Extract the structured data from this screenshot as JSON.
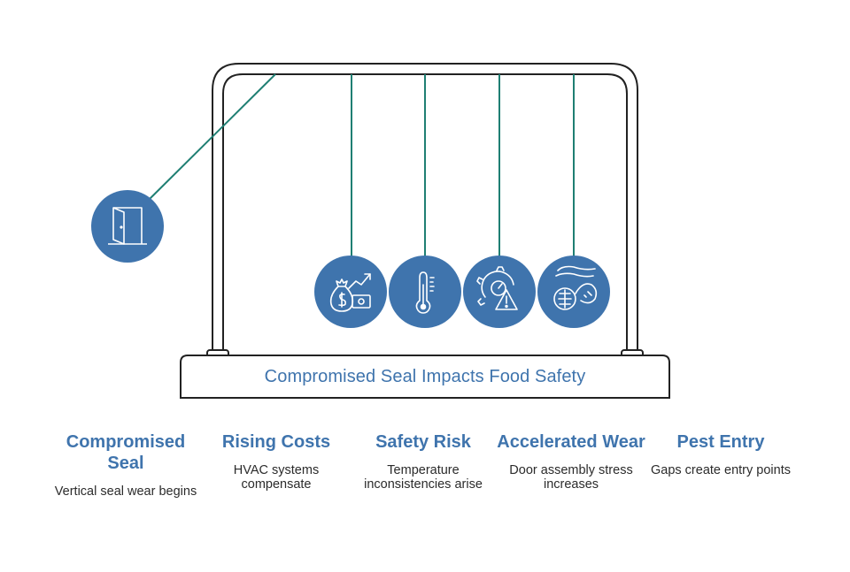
{
  "base_label": "Compromised Seal Impacts Food Safety",
  "colors": {
    "accent": "#3f74ad",
    "string": "#1f7f73",
    "frame": "#222222",
    "icon_line": "#ffffff"
  },
  "balls": [
    {
      "icon": "door-icon"
    },
    {
      "icon": "money-growth-icon"
    },
    {
      "icon": "thermometer-icon"
    },
    {
      "icon": "gear-warning-icon"
    },
    {
      "icon": "pest-icon"
    }
  ],
  "columns": [
    {
      "title": "Compromised Seal",
      "description": "Vertical seal wear begins"
    },
    {
      "title": "Rising Costs",
      "description": "HVAC systems compensate"
    },
    {
      "title": "Safety Risk",
      "description": "Temperature inconsistencies arise"
    },
    {
      "title": "Accelerated Wear",
      "description": "Door assembly stress increases"
    },
    {
      "title": "Pest Entry",
      "description": "Gaps create entry points"
    }
  ]
}
